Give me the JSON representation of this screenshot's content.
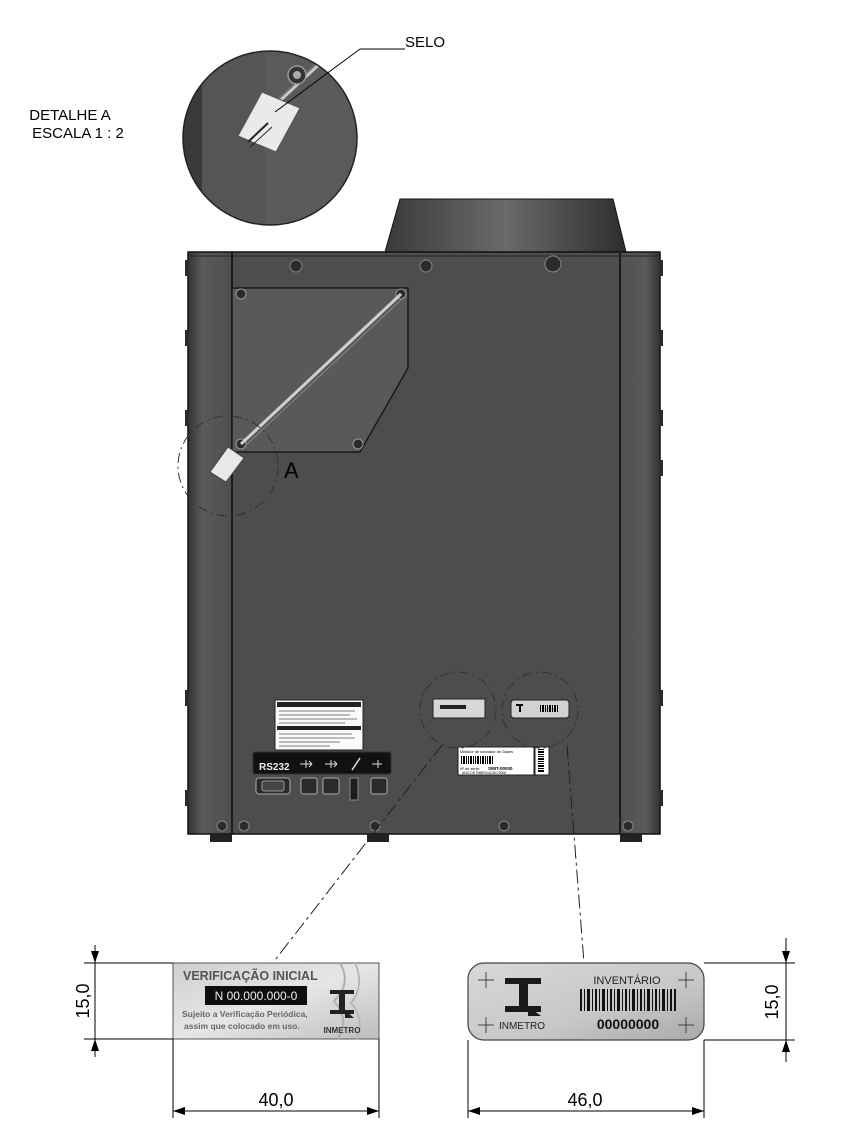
{
  "detail": {
    "title": "DETALHE A",
    "scale": "ESCALA 1 : 2",
    "seal_label": "SELO",
    "callout_letter": "A"
  },
  "back_panel": {
    "port_rs232": "RS232"
  },
  "small_label": {
    "line1": "Medidor de Ionizador de Gases",
    "serial_prefix": "Nº de série:",
    "serial": "SMIT-00000",
    "year": "ANO DE FABRICAÇÃO:0000"
  },
  "verification_label": {
    "title": "VERIFICAÇÃO INICIAL",
    "number": "N  00.000.000-0",
    "line1": "Sujeito a Verificação Periódica,",
    "line2": "assim que colocado em uso.",
    "brand": "INMETRO"
  },
  "inventory_label": {
    "title": "INVENTÁRIO",
    "number": "00000000",
    "brand": "INMETRO"
  },
  "dimensions": {
    "left_height": "15,0",
    "left_width": "40,0",
    "right_height": "15,0",
    "right_width": "46,0"
  }
}
